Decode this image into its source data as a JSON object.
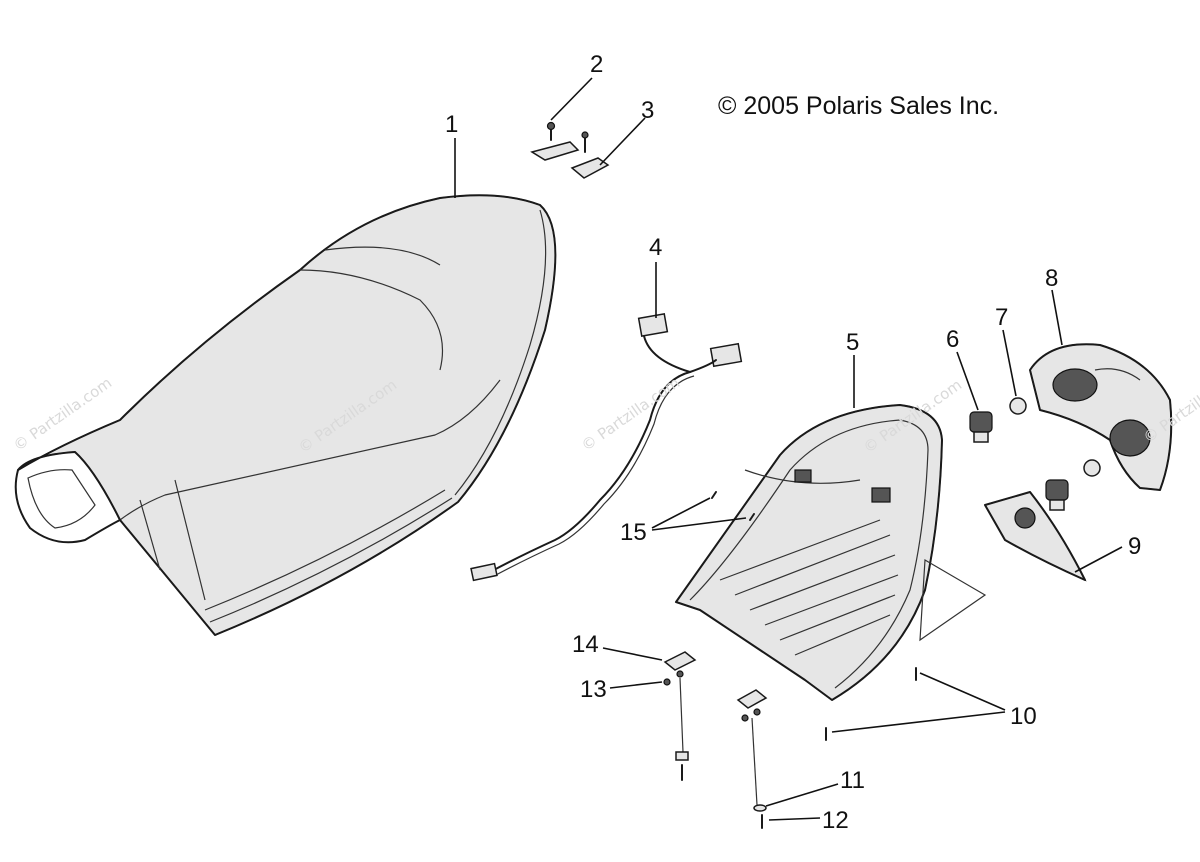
{
  "copyright": "© 2005 Polaris Sales Inc.",
  "watermarks": [
    "© Partzilla.com",
    "© Partzilla.com",
    "© Partzilla.com",
    "© Partzilla.com",
    "© Partzilla.com"
  ],
  "callouts": {
    "c1": "1",
    "c2": "2",
    "c3": "3",
    "c4": "4",
    "c5": "5",
    "c6": "6",
    "c7": "7",
    "c8": "8",
    "c9": "9",
    "c10": "10",
    "c11": "11",
    "c12": "12",
    "c13": "13",
    "c14": "14",
    "c15": "15"
  }
}
